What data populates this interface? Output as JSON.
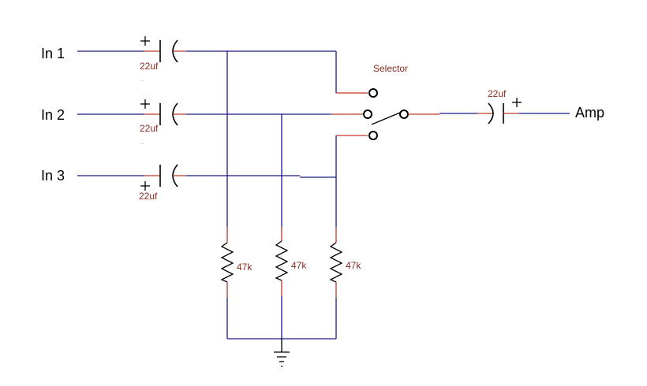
{
  "inputs": {
    "in1": "In 1",
    "in2": "In 2",
    "in3": "In 3"
  },
  "output": "Amp",
  "selector_label": "Selector",
  "capacitors": {
    "c1": "22uf",
    "c2": "22uf",
    "c3": "22uf",
    "c_out": "22uf"
  },
  "resistors": {
    "r1": "47k",
    "r2": "47k",
    "r3": "47k"
  },
  "colors": {
    "wire": "#1a1a8c",
    "lead": "#c0392b",
    "component_label": "#8b2a1e"
  }
}
